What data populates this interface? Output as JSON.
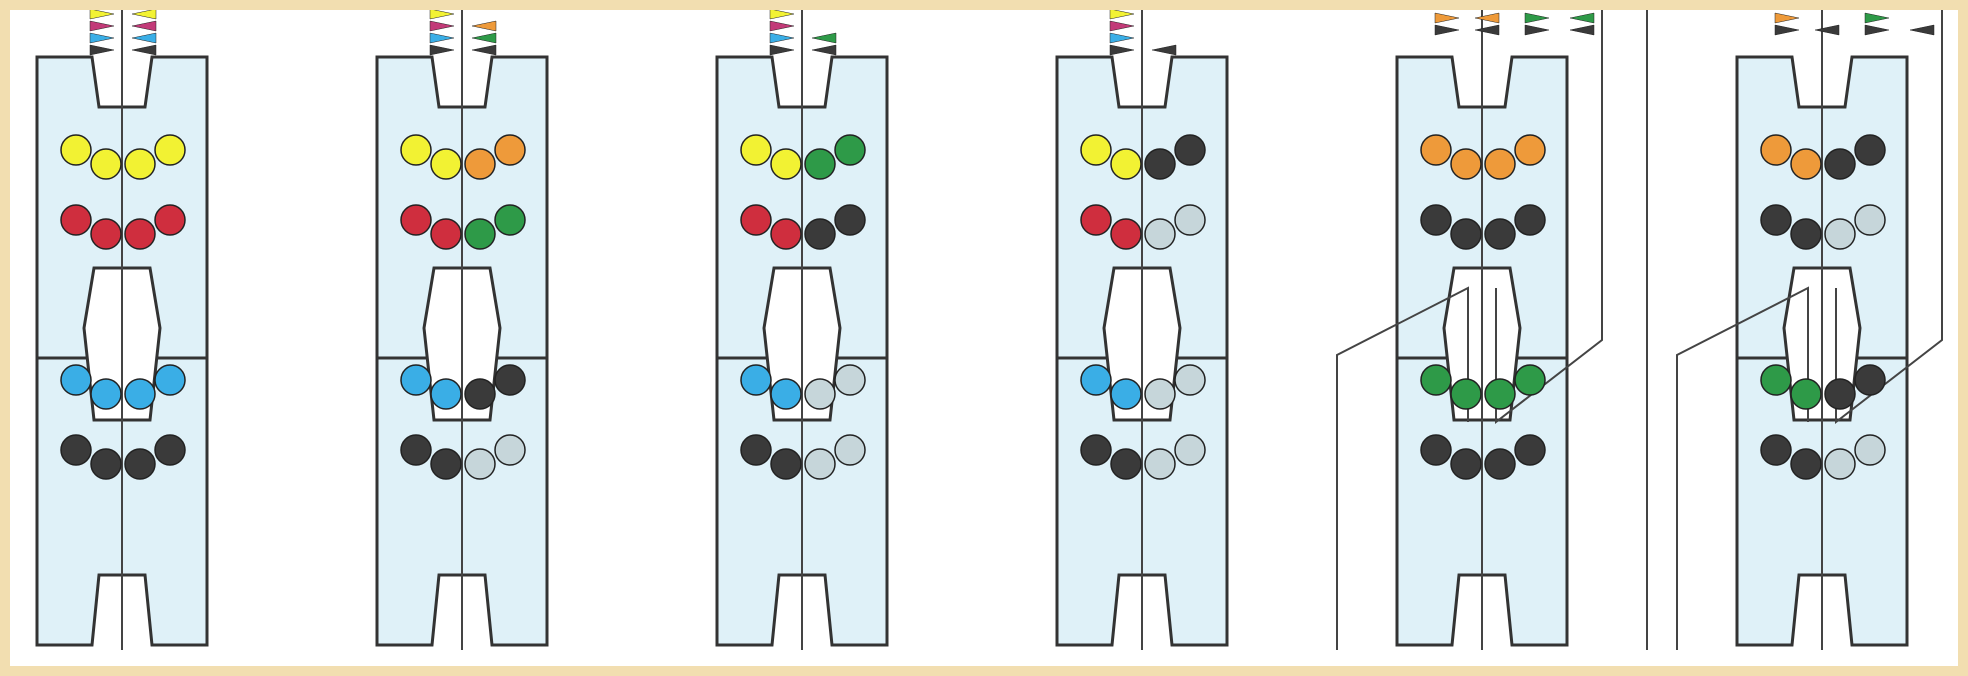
{
  "colors": {
    "yellow": "#f2f233",
    "red": "#cf2e3e",
    "orange": "#ee9a3a",
    "green": "#2e9a48",
    "blue": "#3aaee6",
    "black": "#3a3a3a",
    "grey": "#c6d6da",
    "magenta": "#c23a78",
    "panel_fill": "#dff1f8",
    "panel_stroke": "#333333"
  },
  "panels": [
    {
      "name": "panel-1",
      "flags_left": [
        "yellow",
        "magenta",
        "blue",
        "black"
      ],
      "flags_right": [
        "yellow",
        "magenta",
        "blue",
        "black"
      ],
      "rows": [
        [
          "yellow",
          "yellow",
          "yellow",
          "yellow"
        ],
        [
          "red",
          "red",
          "red",
          "red"
        ],
        [
          "blue",
          "blue",
          "blue",
          "blue"
        ],
        [
          "black",
          "black",
          "black",
          "black"
        ]
      ],
      "cross_threads": false
    },
    {
      "name": "panel-2",
      "flags_left": [
        "yellow",
        "magenta",
        "blue",
        "black"
      ],
      "flags_right": [
        "orange",
        "green",
        "black"
      ],
      "rows": [
        [
          "yellow",
          "yellow",
          "orange",
          "orange"
        ],
        [
          "red",
          "red",
          "green",
          "green"
        ],
        [
          "blue",
          "blue",
          "black",
          "black"
        ],
        [
          "black",
          "black",
          "grey",
          "grey"
        ]
      ],
      "cross_threads": false
    },
    {
      "name": "panel-3",
      "flags_left": [
        "yellow",
        "magenta",
        "blue",
        "black"
      ],
      "flags_right": [
        "green",
        "black"
      ],
      "rows": [
        [
          "yellow",
          "yellow",
          "green",
          "green"
        ],
        [
          "red",
          "red",
          "black",
          "black"
        ],
        [
          "blue",
          "blue",
          "grey",
          "grey"
        ],
        [
          "black",
          "black",
          "grey",
          "grey"
        ]
      ],
      "cross_threads": false
    },
    {
      "name": "panel-4",
      "flags_left": [
        "yellow",
        "magenta",
        "blue",
        "black"
      ],
      "flags_right": [
        "black"
      ],
      "rows": [
        [
          "yellow",
          "yellow",
          "black",
          "black"
        ],
        [
          "red",
          "red",
          "grey",
          "grey"
        ],
        [
          "blue",
          "blue",
          "grey",
          "grey"
        ],
        [
          "black",
          "black",
          "grey",
          "grey"
        ]
      ],
      "cross_threads": false
    },
    {
      "name": "panel-5",
      "top_flags": [
        {
          "dir": "right",
          "colors": [
            "orange",
            "black"
          ]
        },
        {
          "dir": "left",
          "colors": [
            "orange",
            "black"
          ]
        },
        {
          "dir": "right",
          "colors": [
            "green",
            "black"
          ]
        },
        {
          "dir": "left",
          "colors": [
            "green",
            "black"
          ]
        }
      ],
      "rows": [
        [
          "orange",
          "orange",
          "orange",
          "orange"
        ],
        [
          "black",
          "black",
          "black",
          "black"
        ],
        [
          "green",
          "green",
          "green",
          "green"
        ],
        [
          "black",
          "black",
          "black",
          "black"
        ]
      ],
      "cross_threads": true
    },
    {
      "name": "panel-6",
      "top_flags": [
        {
          "dir": "right",
          "colors": [
            "orange",
            "black"
          ]
        },
        {
          "dir": "left",
          "colors": [
            "black"
          ]
        },
        {
          "dir": "right",
          "colors": [
            "green",
            "black"
          ]
        },
        {
          "dir": "left",
          "colors": [
            "black"
          ]
        }
      ],
      "rows": [
        [
          "orange",
          "orange",
          "black",
          "black"
        ],
        [
          "black",
          "black",
          "grey",
          "grey"
        ],
        [
          "green",
          "green",
          "black",
          "black"
        ],
        [
          "black",
          "black",
          "grey",
          "grey"
        ]
      ],
      "cross_threads": true
    }
  ]
}
